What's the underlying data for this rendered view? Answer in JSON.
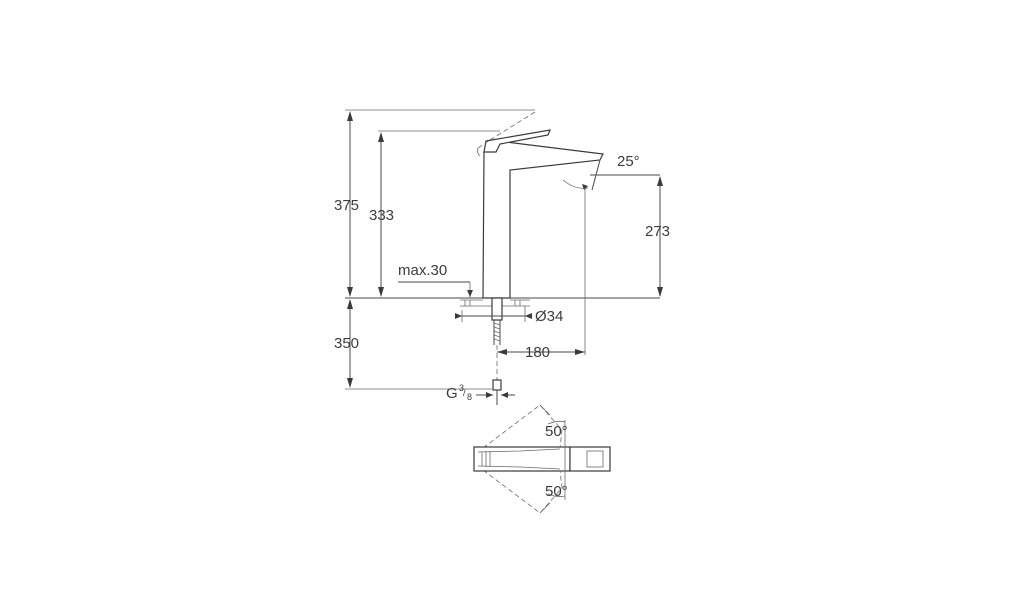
{
  "dimensions": {
    "total_height": "375",
    "spout_height_total": "333",
    "spout_outlet_height": "273",
    "max_deck": "max.30",
    "hole_diameter": "Ø34",
    "reach": "180",
    "hose_length": "350",
    "thread_prefix": "G",
    "thread_num": "3",
    "thread_den": "8",
    "spout_angle": "25°",
    "swivel_top": "50°",
    "swivel_bottom": "50°"
  },
  "colors": {
    "line": "#4a4a4a",
    "text": "#3c3c3c",
    "background": "#ffffff"
  }
}
